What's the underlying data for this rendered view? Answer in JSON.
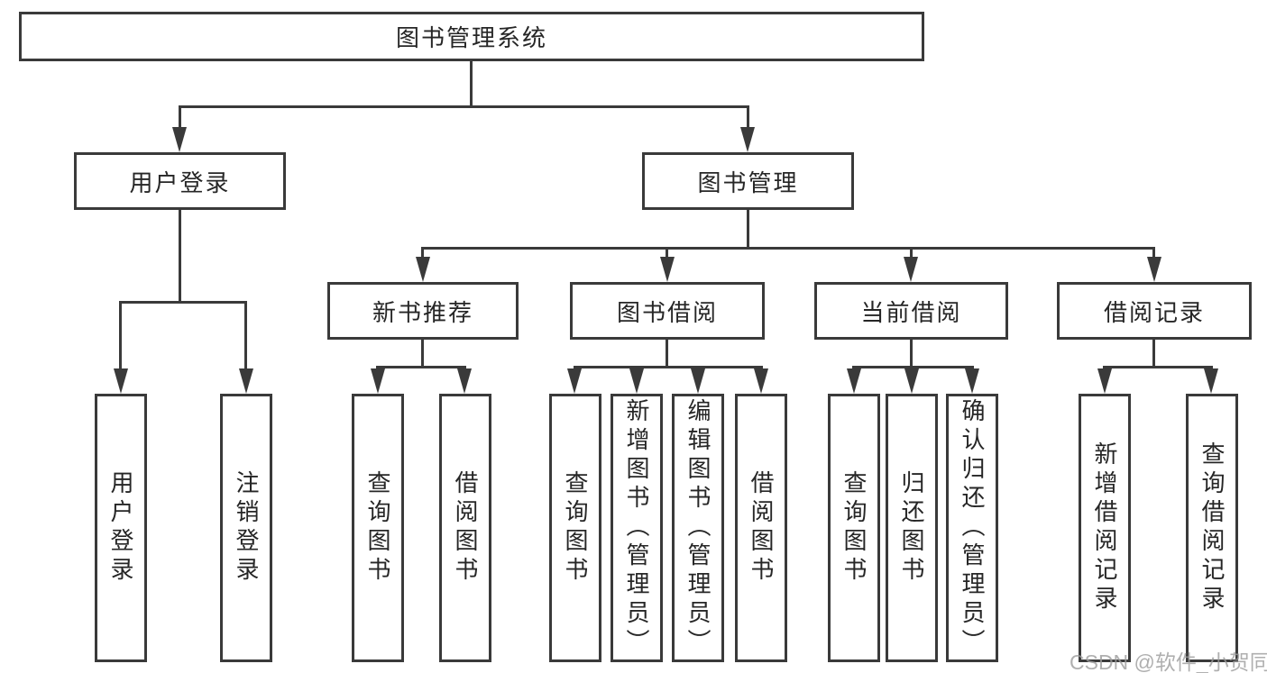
{
  "root": {
    "label": "图书管理系统"
  },
  "level2": {
    "user_login": {
      "label": "用户登录"
    },
    "book_mgmt": {
      "label": "图书管理"
    }
  },
  "level3": {
    "new_book_rec": {
      "label": "新书推荐"
    },
    "book_borrow": {
      "label": "图书借阅"
    },
    "current_borrow": {
      "label": "当前借阅"
    },
    "borrow_records": {
      "label": "借阅记录"
    }
  },
  "leaves": {
    "user_login_leaf": {
      "label": "用户登录"
    },
    "logout": {
      "label": "注销登录"
    },
    "nb_query_books": {
      "label": "查询图书"
    },
    "nb_borrow_books": {
      "label": "借阅图书"
    },
    "bb_query_books": {
      "label": "查询图书"
    },
    "bb_add_books": {
      "label": "新增图书（管理员）"
    },
    "bb_edit_books": {
      "label": "编辑图书（管理员）"
    },
    "bb_borrow_books": {
      "label": "借阅图书"
    },
    "cb_query_books": {
      "label": "查询图书"
    },
    "cb_return_books": {
      "label": "归还图书"
    },
    "cb_confirm_return": {
      "label": "确认归还（管理员）"
    },
    "br_add_record": {
      "label": "新增借阅记录"
    },
    "br_query_record": {
      "label": "查询借阅记录"
    }
  },
  "watermark": {
    "text": "CSDN @软件_小贺同学"
  },
  "colors": {
    "line": "#3a3a3a",
    "text": "#262626",
    "watermark": "#9c9c9c",
    "background": "#ffffff"
  }
}
